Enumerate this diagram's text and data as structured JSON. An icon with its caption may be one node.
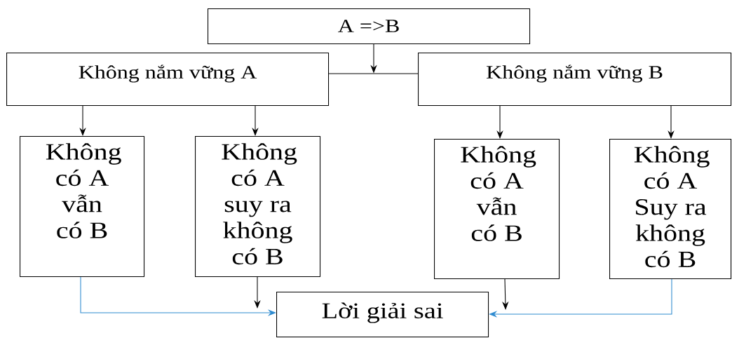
{
  "diagram": {
    "nodes": [
      {
        "text": [
          "A =>B"
        ]
      },
      {
        "text": [
          "Không nắm vững A"
        ]
      },
      {
        "text": [
          "Không nắm vững B"
        ]
      },
      {
        "text": [
          "Không có A vẫn có B"
        ]
      },
      {
        "text": [
          "Không có A suy ra không có B"
        ]
      },
      {
        "text": [
          "Không có A vẫn có B"
        ]
      },
      {
        "text": [
          "Không có A Suy ra không có B"
        ]
      },
      {
        "text": [
          "Lời giải sai"
        ]
      }
    ],
    "edges": [
      {
        "from": 1,
        "to": 2,
        "arrow": "none"
      },
      {
        "from": 0,
        "to": null,
        "arrow": "to"
      },
      {
        "from": 1,
        "to": 3,
        "arrow": "to"
      },
      {
        "from": 1,
        "to": 4,
        "arrow": "to"
      },
      {
        "from": 2,
        "to": 5,
        "arrow": "to"
      },
      {
        "from": 2,
        "to": 6,
        "arrow": "to"
      },
      {
        "from": 3,
        "to": 7,
        "arrow": "to",
        "color": "#2e8bd0"
      },
      {
        "from": 4,
        "to": 7,
        "arrow": "to"
      },
      {
        "from": 5,
        "to": 7,
        "arrow": "to"
      },
      {
        "from": 6,
        "to": 7,
        "arrow": "to",
        "color": "#2e8bd0"
      }
    ]
  }
}
